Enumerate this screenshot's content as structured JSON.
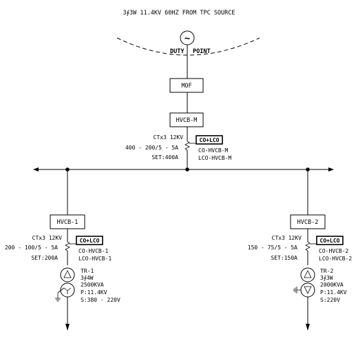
{
  "title": "3∮3W 11.4KV 60HZ FROM TPC SOURCE",
  "source": {
    "symbol": "~",
    "duty_label": "DUTY",
    "point_label": "POINT"
  },
  "mof_label": "MOF",
  "main_breaker": {
    "label": "HVCB-M",
    "ct_rating": "CTx3 12KV",
    "ct_ratio": "400 - 200/5 - 5A",
    "set": "SET:400A",
    "relay": "CO+LCO",
    "relay_co": "CO-HVCB-M",
    "relay_lco": "LCO-HVCB-M"
  },
  "feeders": [
    {
      "breaker": "HVCB-1",
      "ct_rating": "CTx3 12KV",
      "ct_ratio": "200 - 100/5 - 5A",
      "set": "SET:200A",
      "relay": "CO+LCO",
      "relay_co": "CO-HVCB-1",
      "relay_lco": "LCO-HVCB-1",
      "transformer": {
        "name": "TR-1",
        "phase": "3∮4W",
        "kva": "2500KVA",
        "primary": "P:11.4KV",
        "secondary": "S:380 - 220V"
      }
    },
    {
      "breaker": "HVCB-2",
      "ct_rating": "CTx3 12KV",
      "ct_ratio": "150 - 75/5 - 5A",
      "set": "SET:150A",
      "relay": "CO+LCO",
      "relay_co": "CO-HVCB-2",
      "relay_lco": "LCO-HVCB-2",
      "transformer": {
        "name": "TR-2",
        "phase": "3∮3W",
        "kva": "2000KVA",
        "primary": "P:11.4KV",
        "secondary": "S:220V"
      }
    }
  ]
}
